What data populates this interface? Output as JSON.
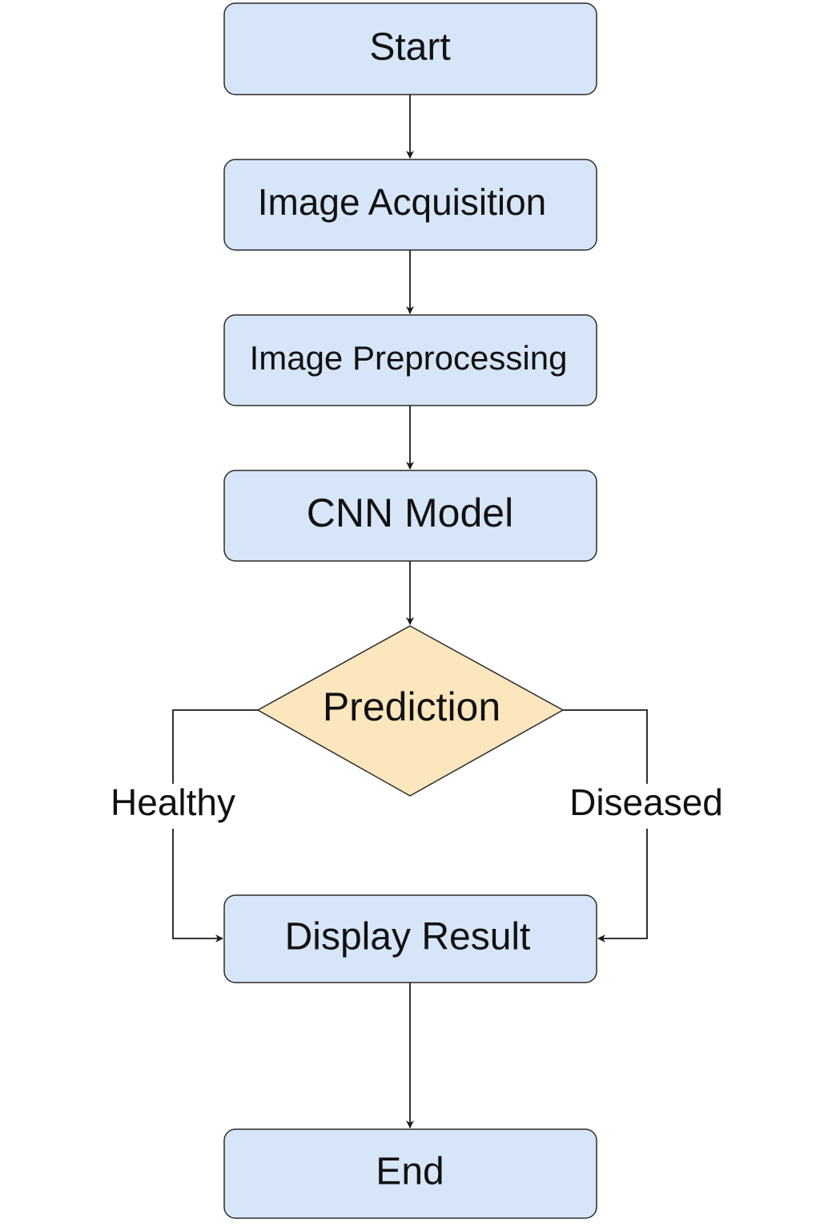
{
  "diagram": {
    "nodes": {
      "start": {
        "label": "Start"
      },
      "acquisition": {
        "label": "Image Acquisition"
      },
      "preprocessing": {
        "label": "Image Preprocessing"
      },
      "cnn": {
        "label": "CNN Model"
      },
      "prediction": {
        "label": "Prediction"
      },
      "display": {
        "label": "Display Result"
      },
      "end": {
        "label": "End"
      }
    },
    "edges": {
      "healthy": {
        "label": "Healthy"
      },
      "diseased": {
        "label": "Diseased"
      }
    },
    "colors": {
      "process_fill": "#d7e5f8",
      "decision_fill": "#fce6bd",
      "stroke": "#2b2b2b",
      "text": "#111111"
    }
  }
}
